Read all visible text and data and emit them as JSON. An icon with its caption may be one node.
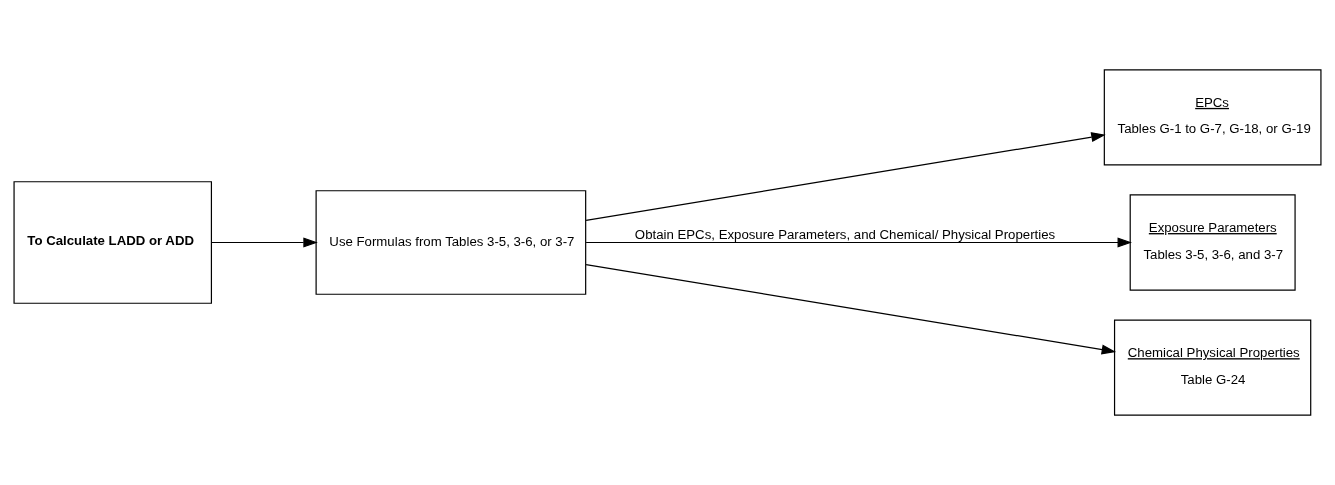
{
  "diagram": {
    "nodes": [
      {
        "text": [
          "To Calculate LADD or ADD"
        ]
      },
      {
        "text": [
          "Use Formulas from Tables 3-5, 3-6, or 3-7"
        ]
      },
      {
        "text": [
          "EPCs",
          "Tables G-1 to G-7, G-18, or G-19"
        ]
      },
      {
        "text": [
          "Exposure Parameters",
          "Tables 3-5, 3-6, and 3-7"
        ]
      },
      {
        "text": [
          "Chemical Physical Properties",
          "Table G-24"
        ]
      }
    ],
    "edges": [
      {
        "from": 0,
        "to": 1,
        "arrow": "to"
      },
      {
        "from": 1,
        "to": 2,
        "arrow": "to"
      },
      {
        "from": 1,
        "to": 3,
        "arrow": "to",
        "label": "Obtain EPCs, Exposure Parameters, and Chemical/ Physical Properties"
      },
      {
        "from": 1,
        "to": 4,
        "arrow": "to"
      }
    ]
  }
}
